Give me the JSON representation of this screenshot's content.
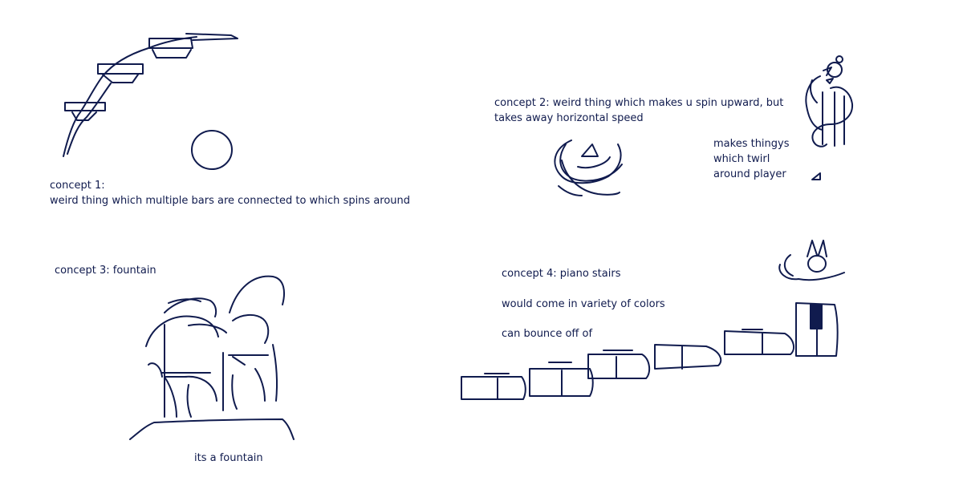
{
  "ink_color": "#101b4e",
  "background": "#ffffff",
  "concept1": {
    "title": "concept 1:",
    "description": "weird thing which multiple bars are connected to which spins around"
  },
  "concept2": {
    "line1": "concept 2: weird thing which makes u spin upward, but",
    "line2": "takes away horizontal speed",
    "side_note_1": "makes thingys",
    "side_note_2": "which twirl",
    "side_note_3": "around player"
  },
  "concept3": {
    "title": "concept 3: fountain",
    "caption": "its a fountain"
  },
  "concept4": {
    "title": "concept 4: piano stairs",
    "note1": "would come in variety of colors",
    "note2": "can bounce off of"
  }
}
